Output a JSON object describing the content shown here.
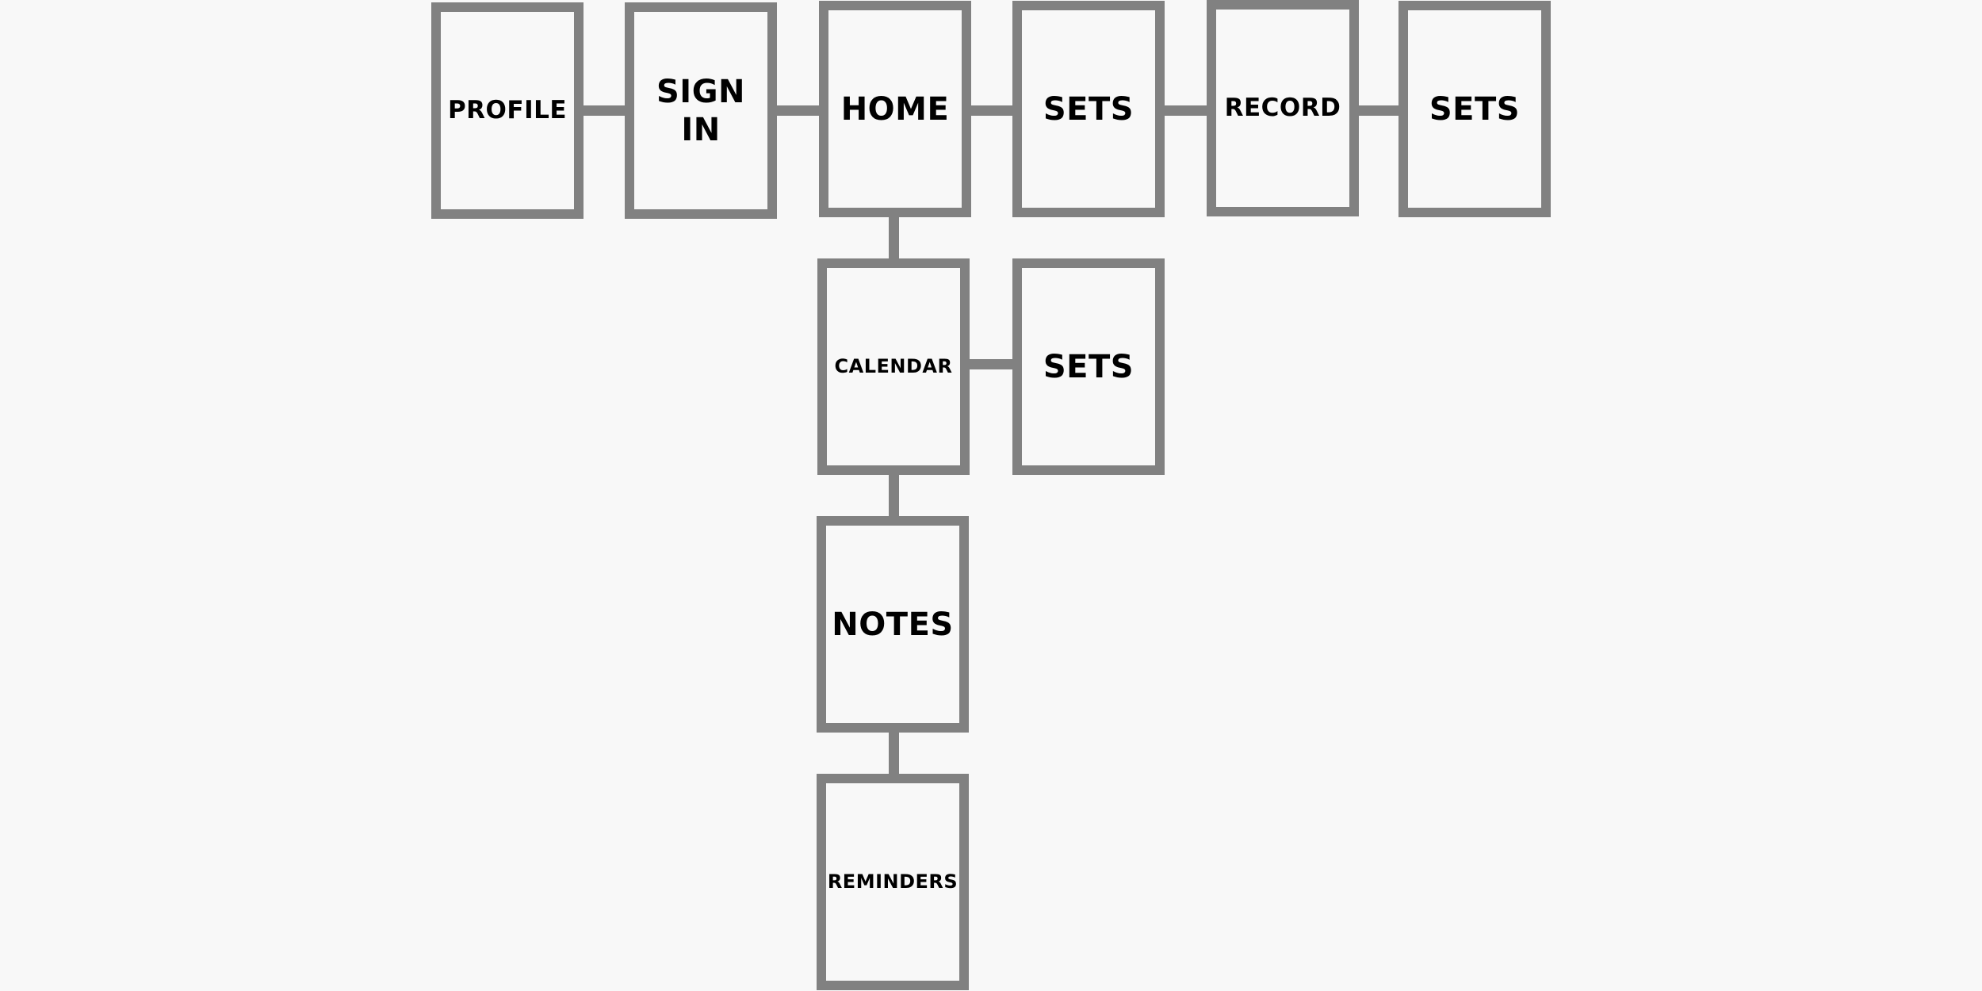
{
  "colors": {
    "background": "#f8f8f8",
    "box_border": "#818181",
    "text": "#000000"
  },
  "screens": {
    "profile": "PROFILE",
    "sign_in": "SIGN\nIN",
    "home": "HOME",
    "sets_1": "SETS",
    "record": "RECORD",
    "sets_2": "SETS",
    "calendar": "CALENDAR",
    "sets_3": "SETS",
    "notes": "NOTES",
    "reminders": "REMINDERS"
  }
}
